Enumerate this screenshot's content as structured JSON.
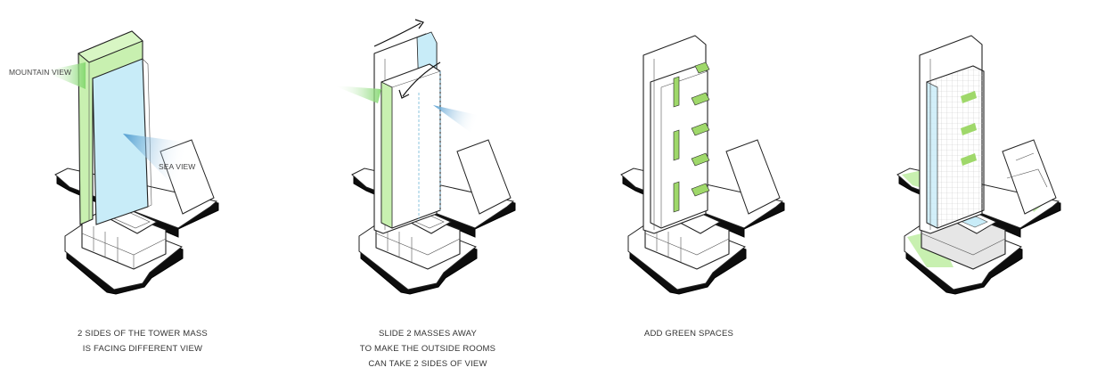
{
  "panels": [
    {
      "caption_lines": [
        "2 SIDES OF THE TOWER MASS",
        "IS FACING DIFFERENT VIEW"
      ],
      "labels": {
        "mountain_view": "MOUNTAIN VIEW",
        "sea_view": "SEA VIEW"
      }
    },
    {
      "caption_lines": [
        "SLIDE 2 MASSES AWAY",
        "TO MAKE THE OUTSIDE ROOMS",
        "CAN TAKE 2 SIDES OF VIEW"
      ]
    },
    {
      "caption_lines": [
        "ADD GREEN SPACES"
      ]
    },
    {
      "caption_lines": []
    }
  ],
  "colors": {
    "view_green": "#c8f0b0",
    "view_blue": "#c8ecf8",
    "green_space": "#9fd86a",
    "outline": "#222222",
    "base_black": "#0d0d0d"
  }
}
